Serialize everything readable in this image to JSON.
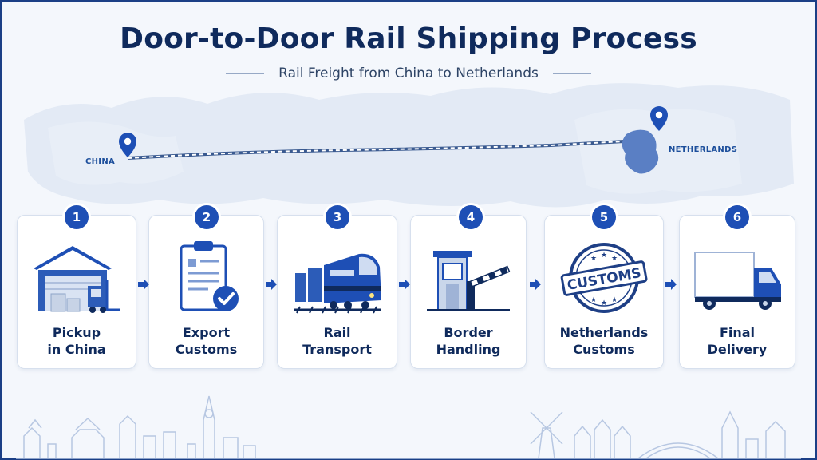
{
  "header": {
    "title": "Door-to-Door Rail Shipping Process",
    "subtitle": "Rail Freight from China to Netherlands"
  },
  "map": {
    "origin_label": "CHINA",
    "destination_label": "NETHERLANDS"
  },
  "steps": [
    {
      "number": "1",
      "line1": "Pickup",
      "line2": "in China",
      "icon": "warehouse-forklift-icon"
    },
    {
      "number": "2",
      "line1": "Export",
      "line2": "Customs",
      "icon": "clipboard-check-icon"
    },
    {
      "number": "3",
      "line1": "Rail",
      "line2": "Transport",
      "icon": "train-icon"
    },
    {
      "number": "4",
      "line1": "Border",
      "line2": "Handling",
      "icon": "border-checkpoint-icon"
    },
    {
      "number": "5",
      "line1": "Netherlands",
      "line2": "Customs",
      "icon": "customs-stamp-icon"
    },
    {
      "number": "6",
      "line1": "Final",
      "line2": "Delivery",
      "icon": "delivery-truck-icon"
    }
  ],
  "stamp_text": "CUSTOMS",
  "colors": {
    "primary": "#1e4fb5",
    "navy": "#0f2a5c",
    "map": "#dde6f2",
    "skyline": "#c2d0e6"
  }
}
